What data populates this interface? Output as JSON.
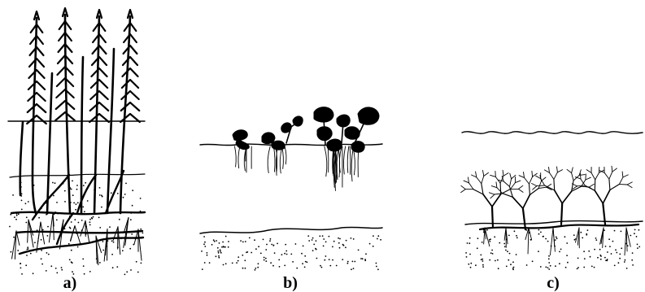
{
  "figure": {
    "panels": [
      {
        "id": "a",
        "label": "a)"
      },
      {
        "id": "b",
        "label": "b)"
      },
      {
        "id": "c",
        "label": "c)"
      }
    ]
  }
}
